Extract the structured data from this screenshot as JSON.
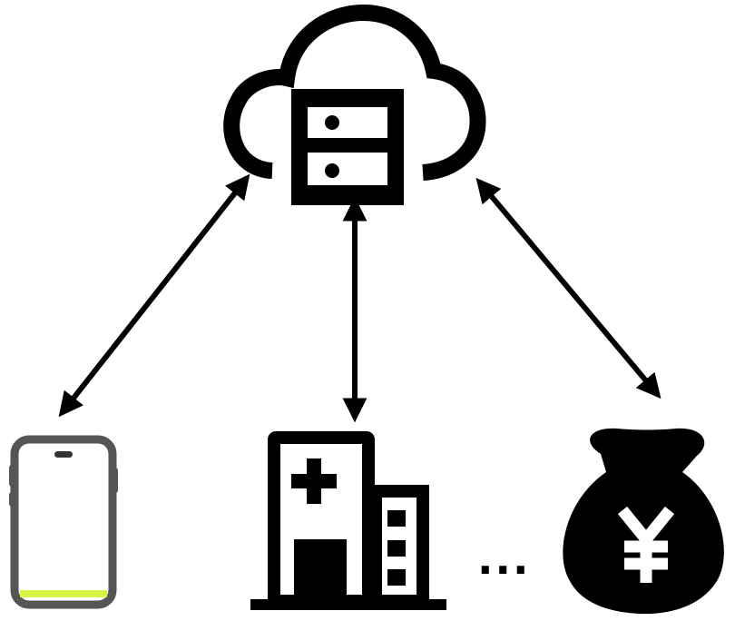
{
  "diagram": {
    "nodes": [
      {
        "id": "cloud-server",
        "icon": "cloud-server-icon"
      },
      {
        "id": "phone",
        "icon": "smartphone-icon"
      },
      {
        "id": "hospital",
        "icon": "hospital-icon"
      },
      {
        "id": "bank",
        "icon": "money-bag-yen-icon",
        "symbol": "¥"
      }
    ],
    "edges": [
      {
        "from": "cloud-server",
        "to": "phone",
        "direction": "bidirectional"
      },
      {
        "from": "cloud-server",
        "to": "hospital",
        "direction": "bidirectional"
      },
      {
        "from": "cloud-server",
        "to": "bank",
        "direction": "bidirectional"
      }
    ],
    "ellipsis": "...",
    "colors": {
      "stroke": "#000000",
      "phone_frame": "#555555",
      "phone_battery": "#d7f542",
      "background": "#ffffff"
    }
  }
}
